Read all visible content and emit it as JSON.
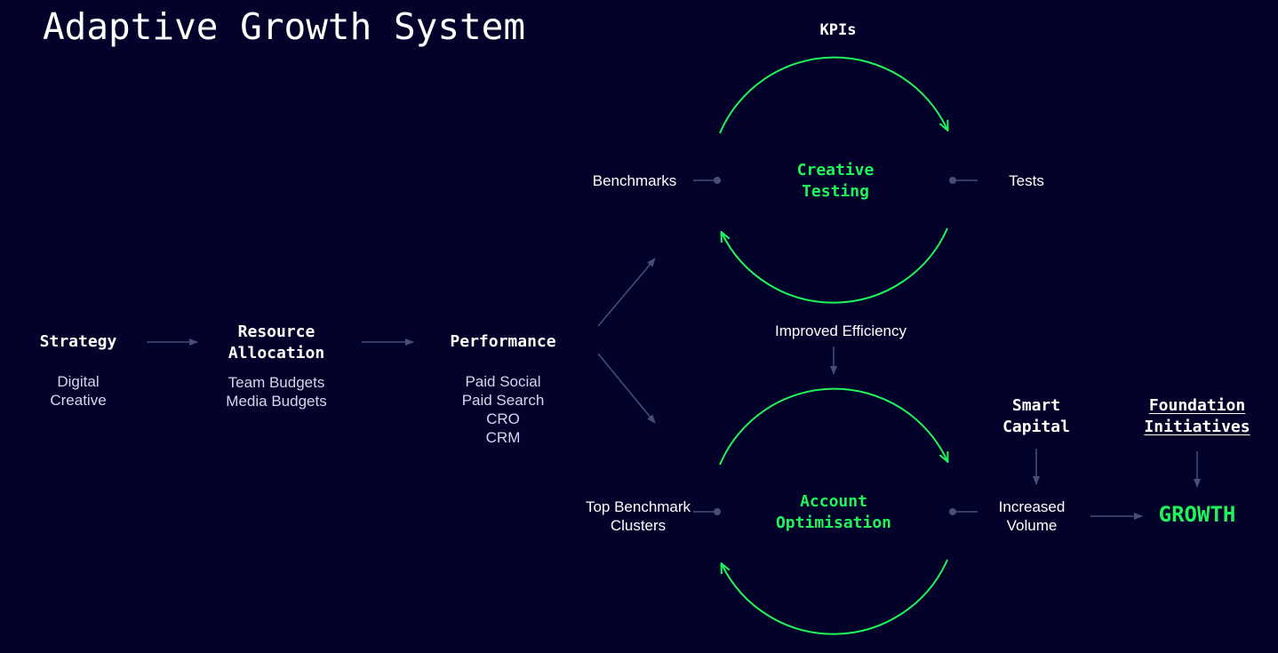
{
  "title": "Adaptive Growth System",
  "kpis_label": "KPIs",
  "strategy": {
    "heading": "Strategy",
    "items": [
      "Digital",
      "Creative"
    ]
  },
  "resource": {
    "heading_lines": [
      "Resource",
      "Allocation"
    ],
    "items": [
      "Team Budgets",
      "Media Budgets"
    ]
  },
  "performance": {
    "heading": "Performance",
    "items": [
      "Paid Social",
      "Paid Search",
      "CRO",
      "CRM"
    ]
  },
  "creative_loop": {
    "center_lines": [
      "Creative",
      "Testing"
    ],
    "left_label": "Benchmarks",
    "right_label": "Tests"
  },
  "improved_efficiency": "Improved Efficiency",
  "account_loop": {
    "center_lines": [
      "Account",
      "Optimisation"
    ],
    "left_label_lines": [
      "Top Benchmark",
      "Clusters"
    ]
  },
  "smart_capital": {
    "heading_lines": [
      "Smart",
      "Capital"
    ],
    "result_lines": [
      "Increased",
      "Volume"
    ]
  },
  "foundation": {
    "heading_lines": [
      "Foundation",
      "Initiatives"
    ]
  },
  "growth": "GROWTH",
  "colors": {
    "background": "#02022b",
    "accent": "#1ff55a",
    "connector": "#4a4d7a",
    "muted_text": "#d4d6ec"
  }
}
